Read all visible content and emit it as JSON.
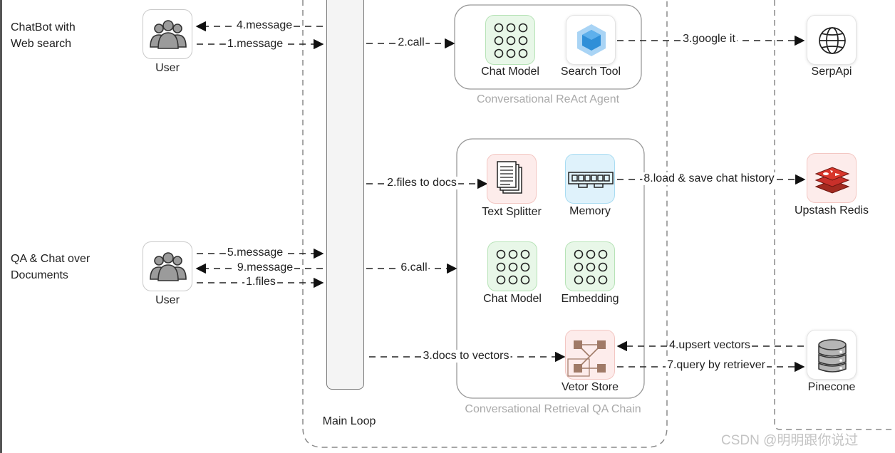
{
  "scenarios": {
    "top": "ChatBot with\nWeb search",
    "bottom": "QA & Chat over\nDocuments"
  },
  "nodes": {
    "user_top": "User",
    "user_bottom": "User",
    "main_loop": "Main Loop",
    "chat_model_top": "Chat Model",
    "search_tool": "Search Tool",
    "serpapi": "SerpApi",
    "text_splitter": "Text Splitter",
    "memory": "Memory",
    "upstash_redis": "Upstash Redis",
    "chat_model_bottom": "Chat Model",
    "embedding": "Embedding",
    "vector_store": "Vetor Store",
    "pinecone": "Pinecone"
  },
  "groups": {
    "react_agent": "Conversational ReAct Agent",
    "retrieval_chain": "Conversational Retrieval QA Chain"
  },
  "edges": {
    "e_4_message": "4.message",
    "e_1_message": "1.message",
    "e_2_call": "2.call",
    "e_3_google": "3.google it",
    "e_2_files": "2.files to docs",
    "e_8_load": "8.load & save chat history",
    "e_5_message": "5.message",
    "e_9_message": "9.message",
    "e_1_files": "1.files",
    "e_6_call": "6.call",
    "e_3_docs": "3.docs to vectors",
    "e_4_upsert": "4.upsert vectors",
    "e_7_query": "7.query by retriever"
  },
  "watermark": "CSDN @明明跟你说过",
  "colors": {
    "green_tile": "#e8f7e8",
    "red_tile": "#fdeceb",
    "blue_tile": "#dff2fb",
    "vector_brown": "#a07a67",
    "redis_red": "#d8362b",
    "cube_blue": "#2f8fd8"
  }
}
